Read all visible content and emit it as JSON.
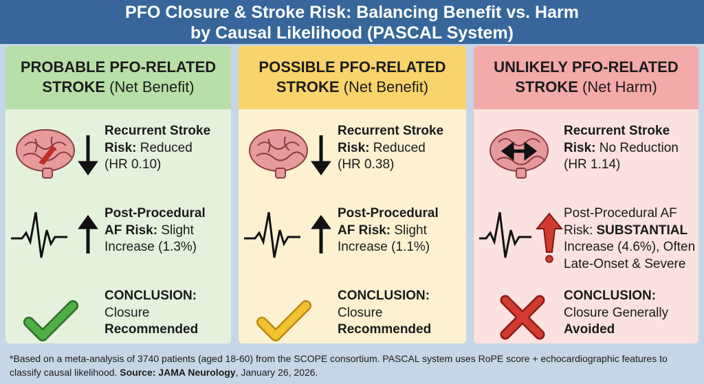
{
  "title": {
    "line1": "PFO Closure & Stroke Risk: Balancing Benefit vs. Harm",
    "line2": "by Causal Likelihood (PASCAL System)"
  },
  "panels": [
    {
      "head_bold1": "PROBABLE PFO-RELATED",
      "head_bold2": "STROKE",
      "head_normal": " (Net Benefit)",
      "stroke": {
        "l1": "Recurrent Stroke",
        "l2b": "Risk:",
        "l2": " Reduced",
        "l3": "(HR 0.10)"
      },
      "af": {
        "l1": "Post-Procedural",
        "l2b": "AF Risk:",
        "l2": " Slight",
        "l3": "Increase (1.3%)"
      },
      "conclusion": {
        "l1": "CONCLUSION:",
        "l2": "Closure",
        "l3": "Recommended"
      }
    },
    {
      "head_bold1": "POSSIBLE PFO-RELATED",
      "head_bold2": "STROKE",
      "head_normal": " (Net Benefit)",
      "stroke": {
        "l1": "Recurrent Stroke",
        "l2b": "Risk:",
        "l2": " Reduced",
        "l3": "(HR 0.38)"
      },
      "af": {
        "l1": "Post-Procedural",
        "l2b": "AF Risk:",
        "l2": " Slight",
        "l3": "Increase (1.1%)"
      },
      "conclusion": {
        "l1": "CONCLUSION:",
        "l2": "Closure",
        "l3": "Recommended"
      }
    },
    {
      "head_bold1": "UNLIKELY PFO-RELATED",
      "head_bold2": "STROKE",
      "head_normal": " (Net Harm)",
      "stroke": {
        "l1": "Recurrent Stroke",
        "l2b": "Risk:",
        "l2": " No Reduction",
        "l3": "(HR 1.14)"
      },
      "af": {
        "l1": "Post-Procedural AF",
        "l2": "Risk: ",
        "l2b": "SUBSTANTIAL",
        "l3": "Increase (4.6%), Often",
        "l4": "Late-Onset & Severe"
      },
      "conclusion": {
        "l1": "CONCLUSION:",
        "l2": "Closure Generally",
        "l3": "Avoided"
      }
    }
  ],
  "footer": {
    "text": "*Based on a meta-analysis of 3740 patients (aged 18-60) from the SCOPE consortium. PASCAL system uses RoPE score + echocardiographic features to classify causal likelihood. ",
    "source_label": "Source: JAMA Neurology",
    "date": ", January 26, 2026."
  },
  "colors": {
    "title_bg": "#37679a",
    "green": "#3f9a3a",
    "yellow": "#f0c024",
    "red": "#d23a30"
  }
}
